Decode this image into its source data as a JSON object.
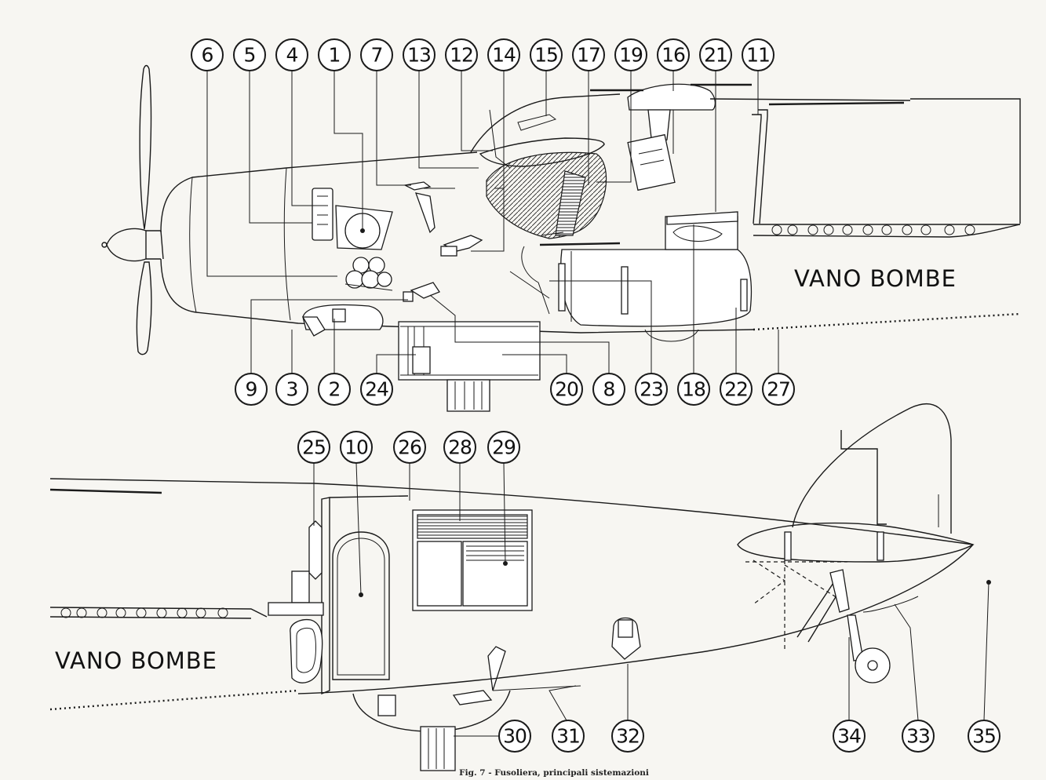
{
  "callouts_top_row": [
    "6",
    "5",
    "4",
    "1",
    "7",
    "13",
    "12",
    "14",
    "15",
    "17",
    "19",
    "16",
    "21",
    "11"
  ],
  "callouts_top_bottom_row": [
    "9",
    "3",
    "2",
    "24",
    "20",
    "8",
    "23",
    "18",
    "22",
    "27"
  ],
  "callouts_lower_top_row": [
    "25",
    "10",
    "26",
    "28",
    "29"
  ],
  "callouts_lower_bottom_row": [
    "30",
    "31",
    "32",
    "34",
    "33",
    "35"
  ],
  "labels": {
    "bay_upper": "VANO    BOMBE",
    "bay_lower": "VANO    BOMBE"
  },
  "caption": "Fig. 7 - Fusoliera, principali sistemazioni"
}
